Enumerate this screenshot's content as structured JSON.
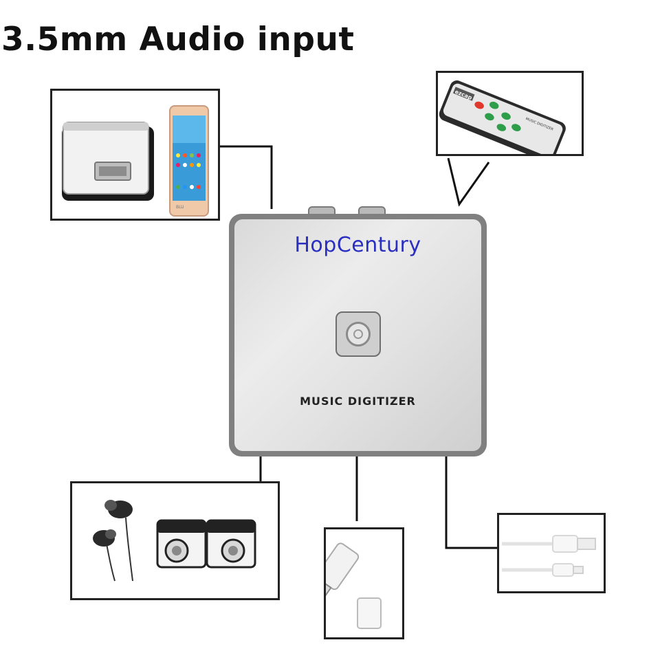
{
  "title": "3.5mm Audio input",
  "device": {
    "brand": "HopCentury",
    "label": "MUSIC DIGITIZER"
  },
  "remote": {
    "brand": "ezcap",
    "label": "MUSIC DIGITIZER"
  },
  "phone": {
    "brand": "BLU"
  },
  "icons": {
    "cassette": "cassette-player-icon",
    "phone": "smartphone-icon",
    "remote": "remote-control-icon",
    "earphones": "earphones-icon",
    "speakers": "speakers-icon",
    "usb_drive": "usb-flash-drive-icon",
    "usb_cable": "usb-cable-icon"
  }
}
